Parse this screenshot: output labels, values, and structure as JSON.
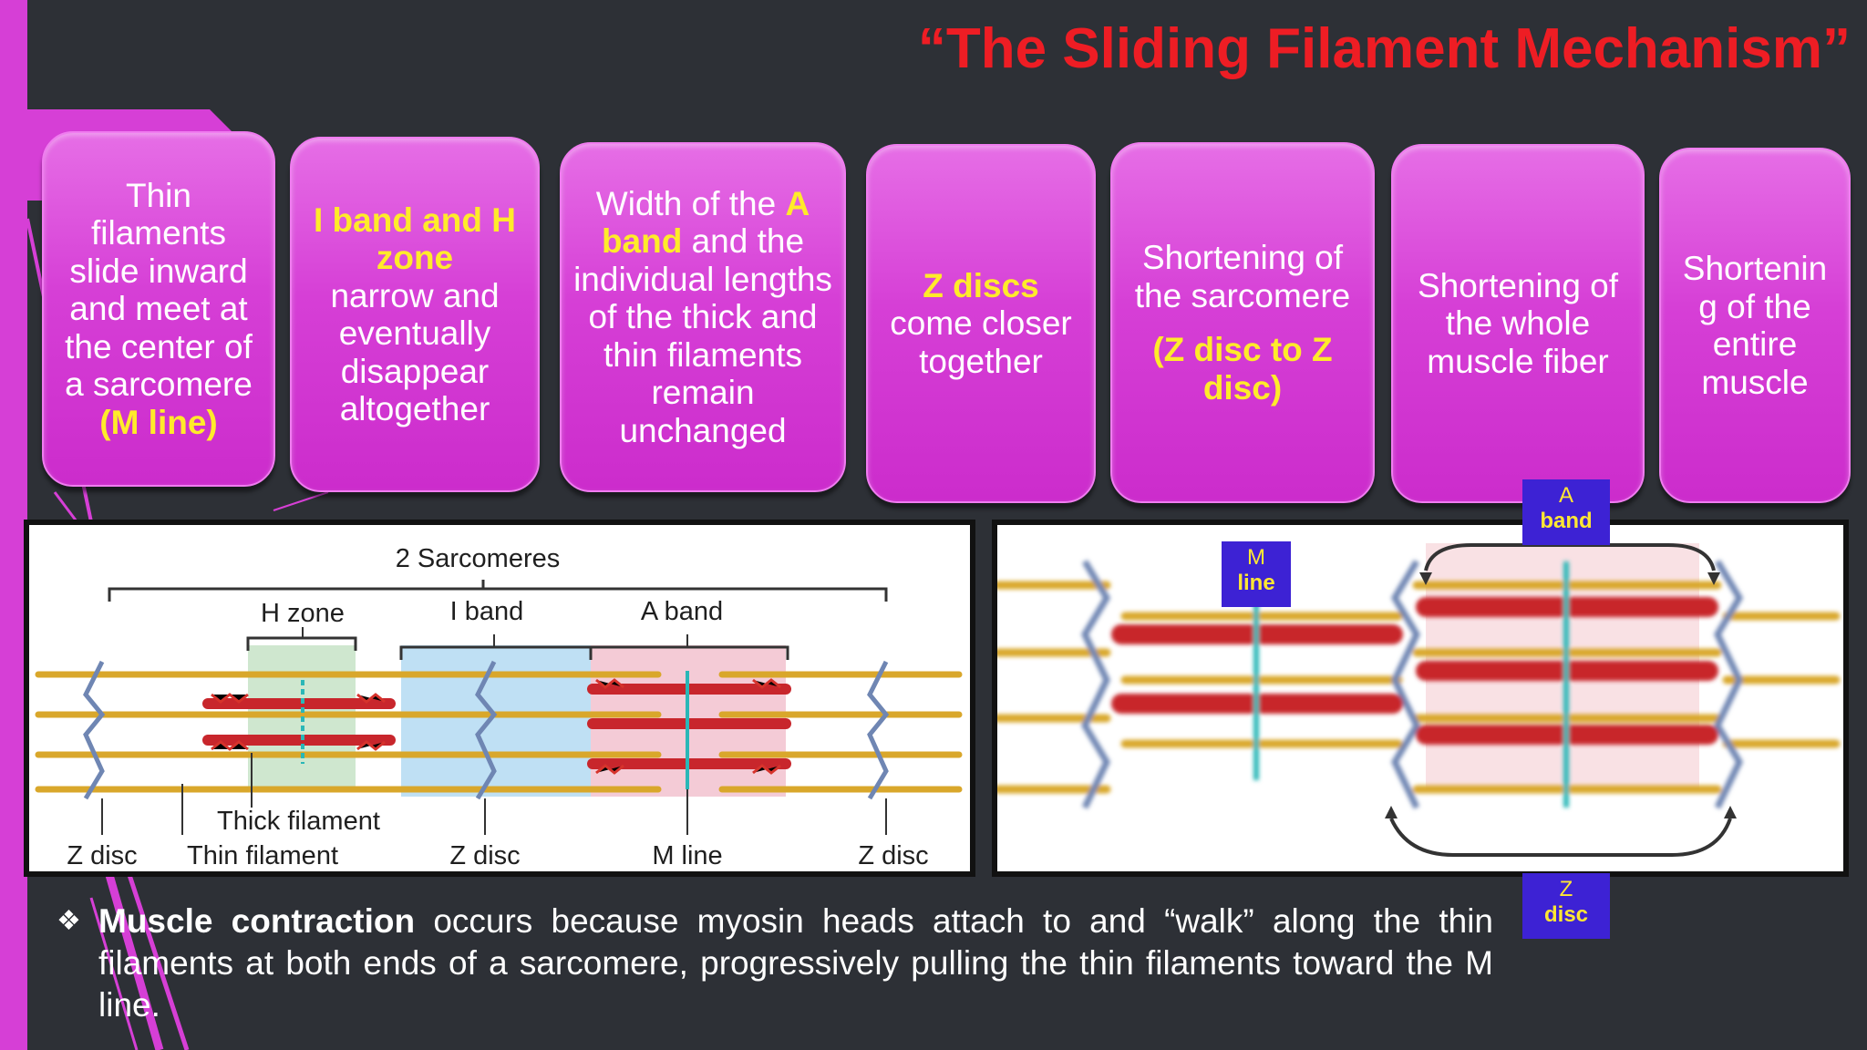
{
  "title": "“The Sliding Filament Mechanism”",
  "steps": [
    {
      "pre": "Thin filaments slide inward and meet at the center of a sarcomere",
      "hl": "(M line)",
      "post": ""
    },
    {
      "hl": "I band and H zone",
      "post": "narrow and eventually disappear altogether"
    },
    {
      "pre": "Width of the",
      "hl1": "A band",
      "mid": "and the individual lengths of the thick and thin filaments remain unchanged"
    },
    {
      "hl": "Z discs",
      "post": "come closer together"
    },
    {
      "pre": "Shortening of the sarcomere",
      "hl": "(Z disc to Z disc)"
    },
    {
      "text": "Shortening of the whole muscle fiber"
    },
    {
      "text": "Shortenin g of the entire muscle"
    }
  ],
  "diagram_left": {
    "top_label": "2 Sarcomeres",
    "h_zone": "H zone",
    "i_band": "I band",
    "a_band": "A band",
    "thick_filament": "Thick filament",
    "z_disc_1": "Z disc",
    "thin_filament": "Thin filament",
    "z_disc_2": "Z disc",
    "m_line": "M line",
    "z_disc_3": "Z disc"
  },
  "tags": {
    "m_line": {
      "l1": "M",
      "l2": "line"
    },
    "a_band": {
      "l1": "A",
      "l2": "band"
    },
    "z_disc": {
      "l1": "Z",
      "l2": "disc"
    }
  },
  "bullet": {
    "bold": "Muscle contraction",
    "text": "occurs because myosin heads attach to and “walk” along the thin filaments at both ends of a sarcomere, progressively pulling the thin filaments toward the M line."
  },
  "colors": {
    "background": "#2d3036",
    "title": "#ee1d24",
    "box": "#d63fd6",
    "highlight": "#ffeb2a",
    "tag": "#3d22d4"
  }
}
